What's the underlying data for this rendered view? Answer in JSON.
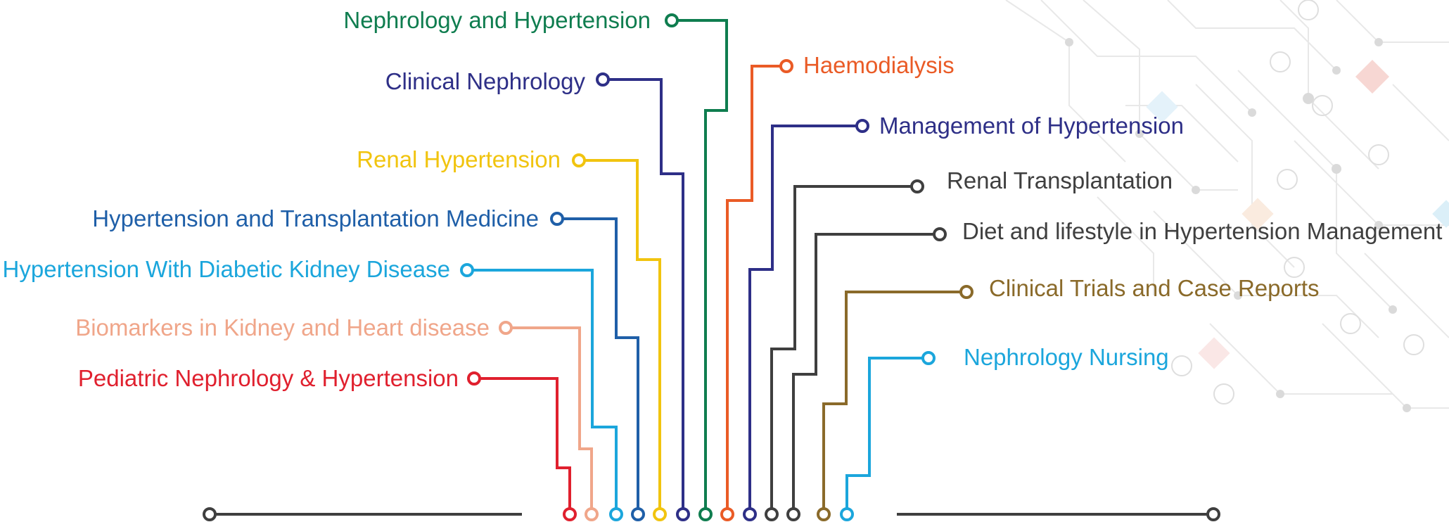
{
  "topics": [
    {
      "label": "Nephrology and Hypertension",
      "color": "#0f7d4f",
      "side": "left"
    },
    {
      "label": "Clinical Nephrology",
      "color": "#2e2f87",
      "side": "left"
    },
    {
      "label": "Renal Hypertension",
      "color": "#f1c40f",
      "side": "left"
    },
    {
      "label": "Hypertension and Transplantation Medicine",
      "color": "#1f5fa8",
      "side": "left"
    },
    {
      "label": "Hypertension With Diabetic Kidney Disease",
      "color": "#1ba6dc",
      "side": "left"
    },
    {
      "label": "Biomarkers in Kidney and Heart disease",
      "color": "#f0a68a",
      "side": "left"
    },
    {
      "label": "Pediatric Nephrology & Hypertension",
      "color": "#e0202e",
      "side": "left"
    },
    {
      "label": "Haemodialysis",
      "color": "#ea5b26",
      "side": "right"
    },
    {
      "label": "Management of Hypertension",
      "color": "#2e2f87",
      "side": "right"
    },
    {
      "label": "Renal Transplantation",
      "color": "#3f3f3f",
      "side": "right"
    },
    {
      "label": "Diet and lifestyle in Hypertension Management",
      "color": "#3f3f3f",
      "side": "right"
    },
    {
      "label": "Clinical Trials and Case Reports",
      "color": "#8a6a2a",
      "side": "right"
    },
    {
      "label": "Nephrology Nursing",
      "color": "#1ba6dc",
      "side": "right"
    }
  ],
  "colors": {
    "baseline": "#3f3f3f",
    "background_pattern": "#c8c8c8",
    "accent_diamonds": [
      "#f2b8b0",
      "#bfe3f4",
      "#f7d7c0"
    ]
  }
}
